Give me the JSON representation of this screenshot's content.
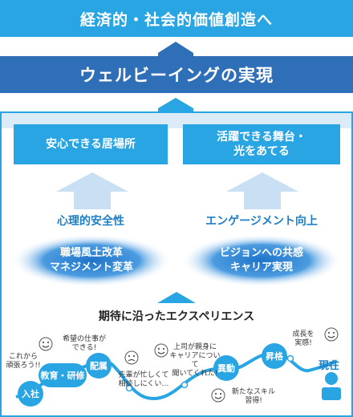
{
  "top_banner": "経済的・社会的価値創造へ",
  "mid_banner": "ウェルビーイングの実現",
  "left_box": "安心できる居場所",
  "right_box_line1": "活躍できる舞台・",
  "right_box_line2": "光をあてる",
  "left_label": "心理的安全性",
  "right_label": "エンゲージメント向上",
  "left_oval_line1": "職場風土改革",
  "left_oval_line2": "マネジメント変革",
  "right_oval_line1": "ビジョンへの共感",
  "right_oval_line2": "キャリア実現",
  "experience_title": "期待に沿ったエクスペリエンス",
  "stages": {
    "nyusha": "入社",
    "kyoiku": "教育・研修",
    "haizoku": "配属",
    "ido": "異動",
    "shokaku": "昇格",
    "genzai": "現在"
  },
  "comments": {
    "c1_l1": "これから",
    "c1_l2": "頑張ろう!!",
    "c2_l1": "希望の仕事が",
    "c2_l2": "できる!",
    "c3_l1": "先輩が忙しくて",
    "c3_l2": "相談しにくい…",
    "c4_l1": "上司が親身に",
    "c4_l2": "キャリアについて",
    "c4_l3": "聞いてくれた!",
    "c5_l1": "新たなスキル",
    "c5_l2": "習得!",
    "c6_l1": "成長を",
    "c6_l2": "実感!"
  },
  "colors": {
    "light_blue": "#2aa5e4",
    "dark_blue": "#2f6fb8",
    "pale_blue": "#dcebf8"
  }
}
